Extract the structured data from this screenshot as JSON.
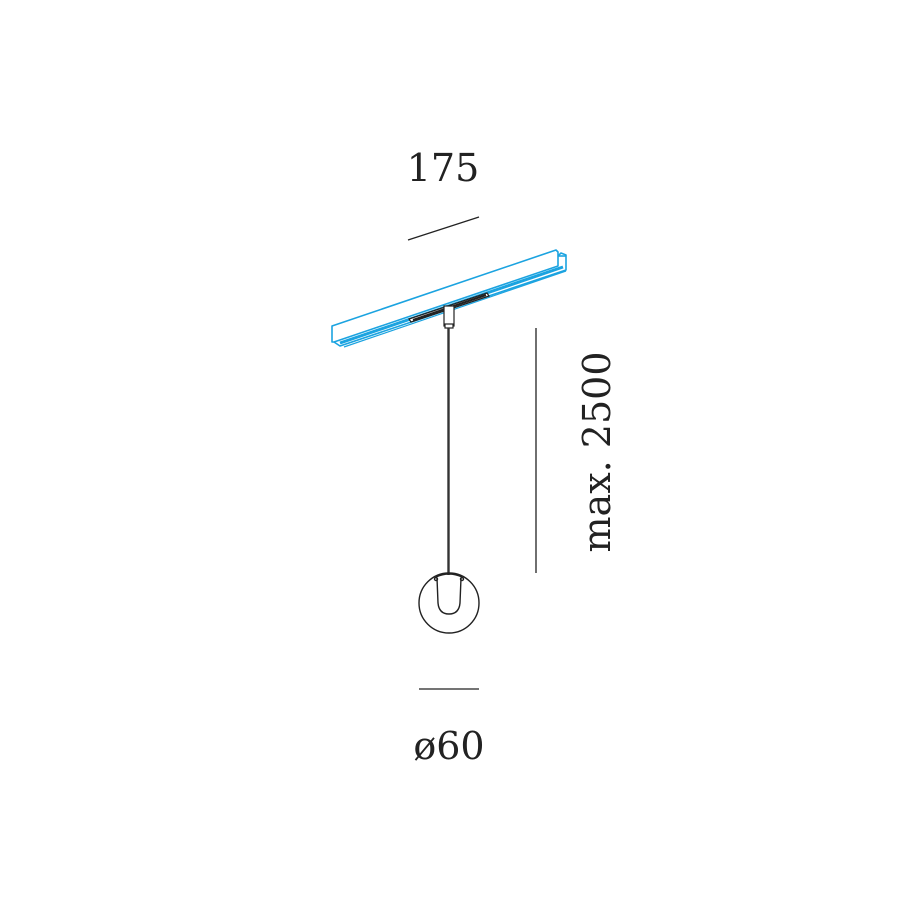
{
  "dimensions": {
    "width_label": "175",
    "height_label": "max. 2500",
    "diameter_label": "ø60"
  },
  "colors": {
    "track": "#1ba3e0",
    "lines": "#222222"
  }
}
